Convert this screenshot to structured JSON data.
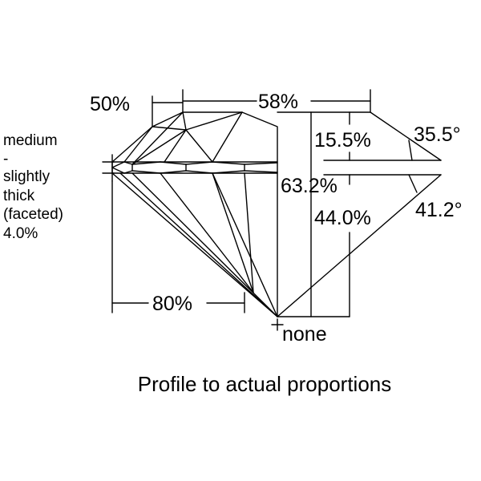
{
  "measurements": {
    "table_pct": "58%",
    "star_pct": "50%",
    "crown_height": "15.5%",
    "crown_angle": "35.5°",
    "total_depth": "63.2%",
    "pavilion_depth": "44.0%",
    "pavilion_angle": "41.2°",
    "lower_half": "80%",
    "culet": "none"
  },
  "girdle": {
    "line1": "medium",
    "line2": "-",
    "line3": "slightly",
    "line4": "thick",
    "line5": "(faceted)",
    "line6": "4.0%"
  },
  "caption": "Profile to actual proportions"
}
